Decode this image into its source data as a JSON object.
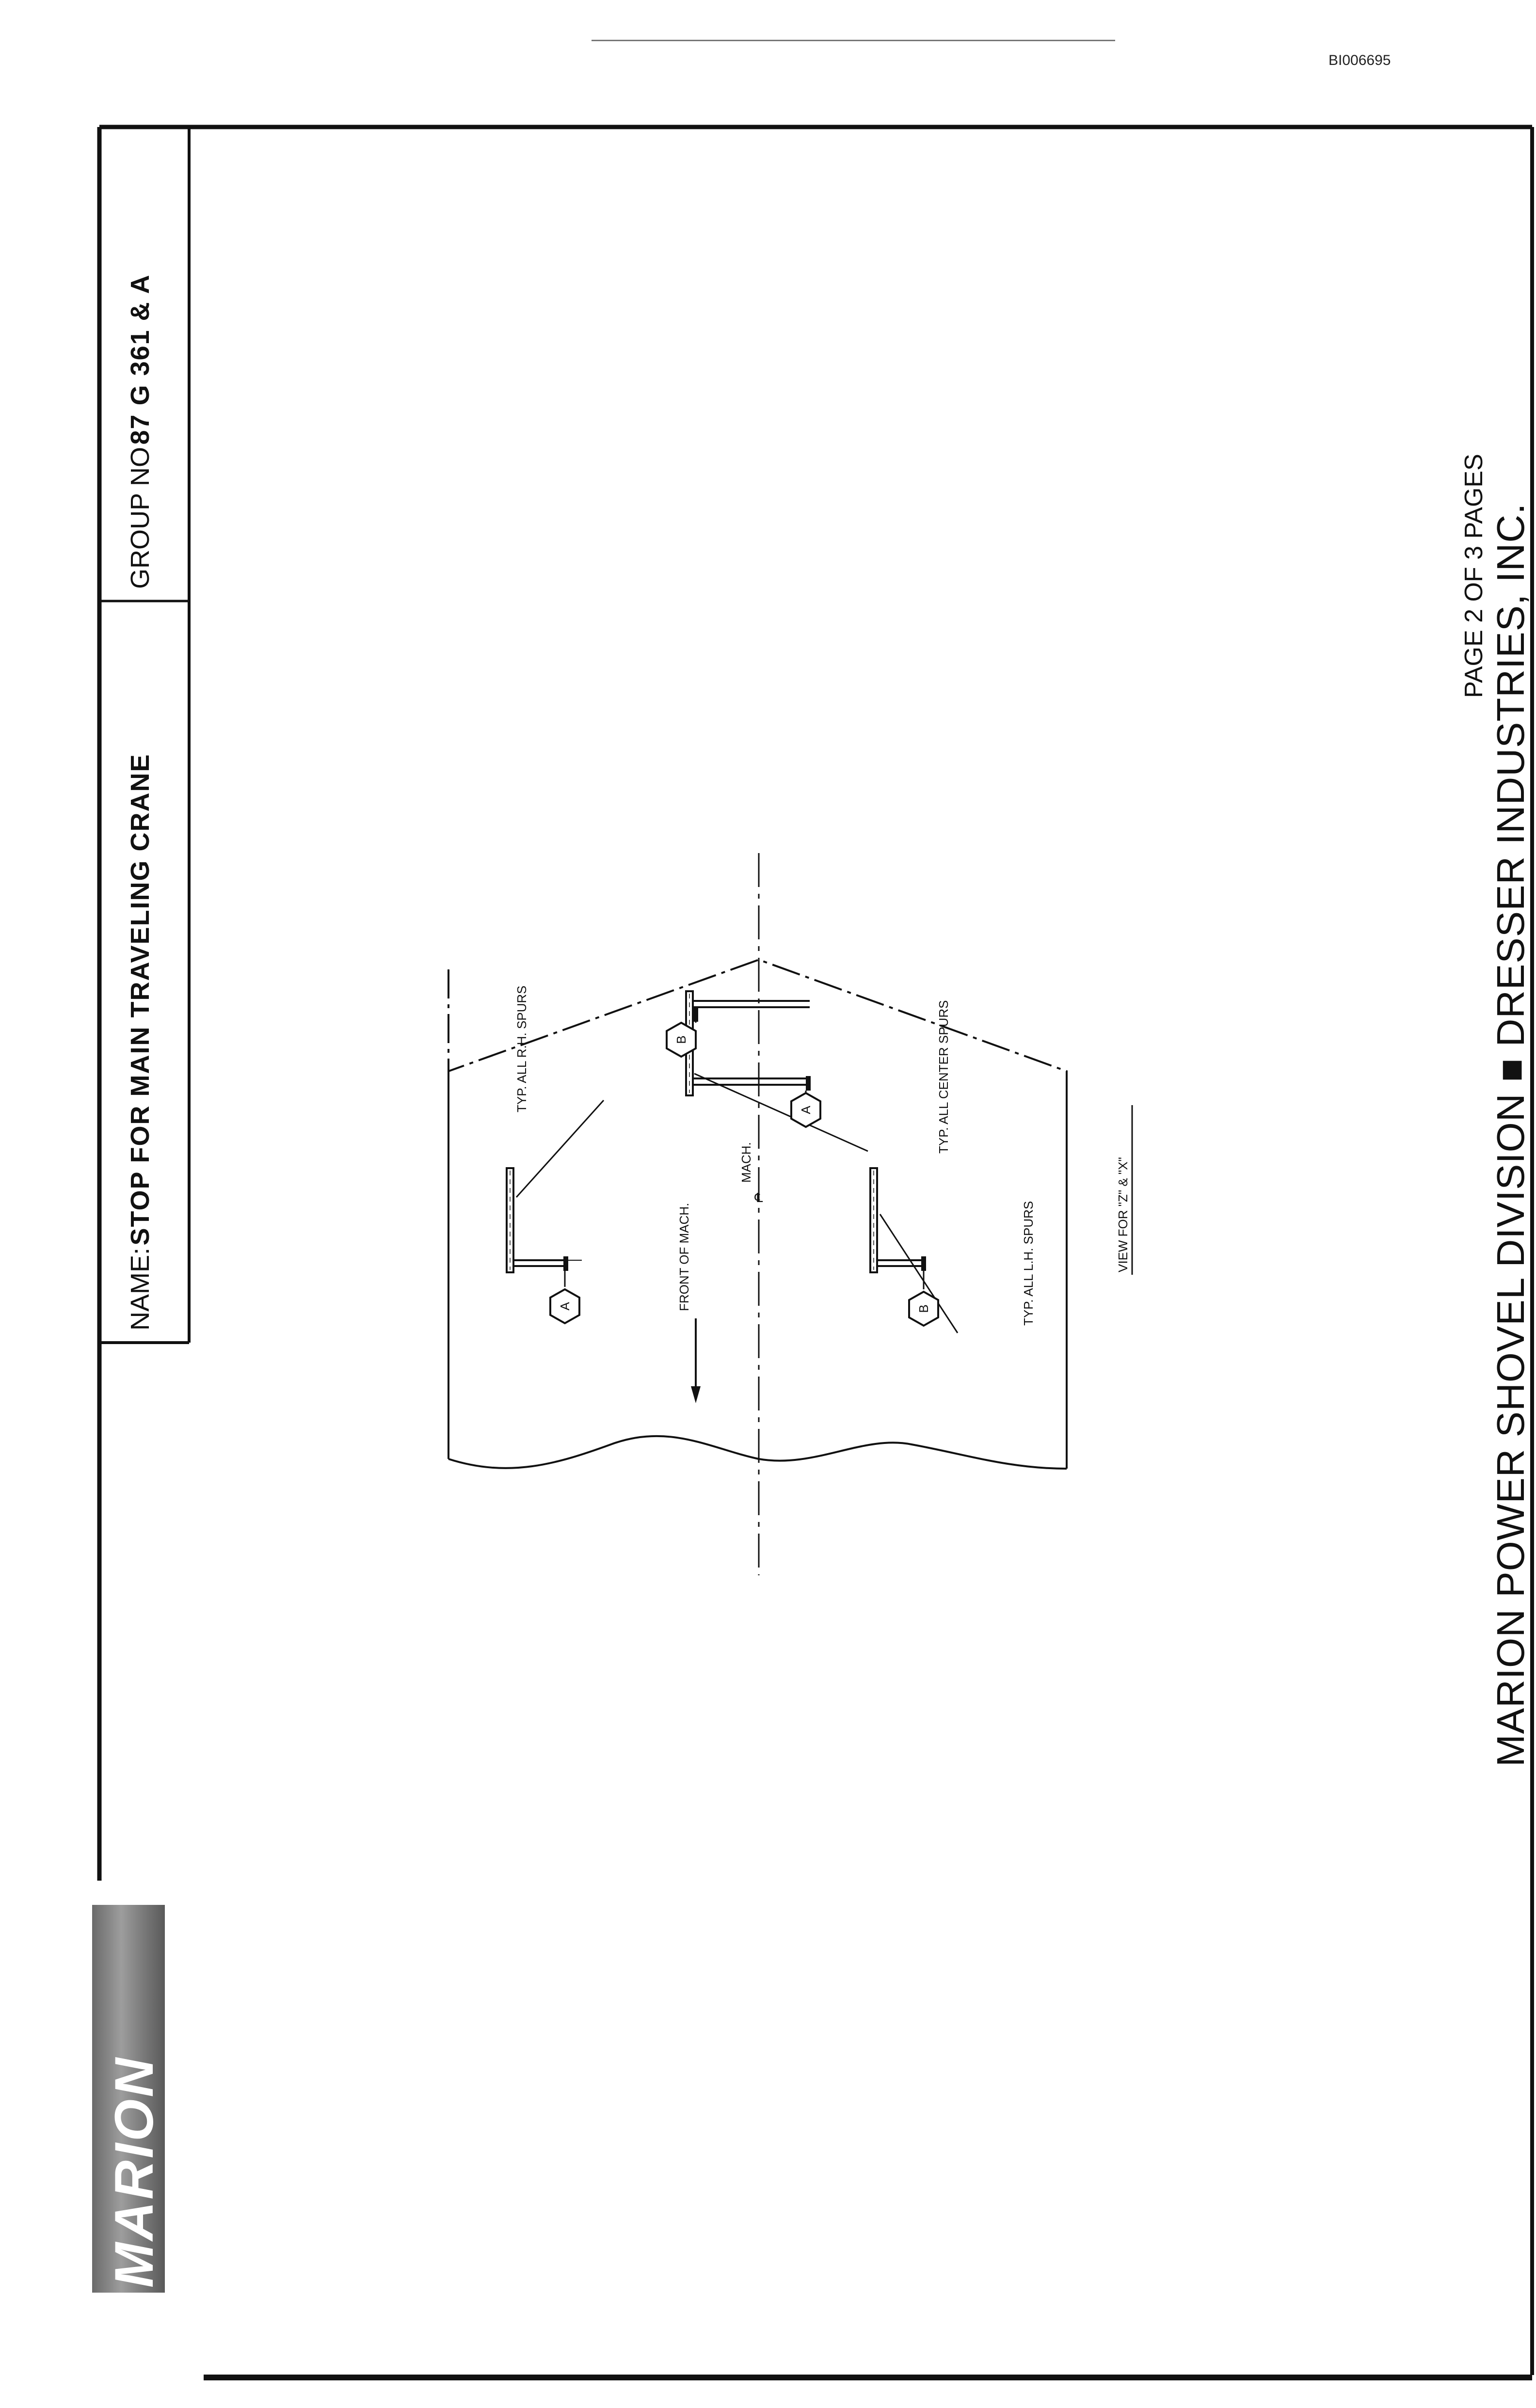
{
  "document_id": "BI006695",
  "title_block": {
    "name_label": "NAME:",
    "name_value": "STOP FOR MAIN TRAVELING CRANE",
    "group_label": "GROUP NO",
    "group_value": "87 G 361 & A"
  },
  "footer": {
    "company": "MARION POWER SHOVEL DIVISION ■ DRESSER INDUSTRIES, INC.",
    "page": "PAGE 2 OF 3 PAGES"
  },
  "logo": {
    "text": "MARION"
  },
  "drawing": {
    "notes": {
      "rh_spurs": "TYP. ALL R.H. SPURS",
      "center_spurs": "TYP. ALL CENTER SPURS",
      "lh_spurs": "TYP. ALL L.H. SPURS",
      "front": "FRONT OF MACH.",
      "centerline": "MACH.",
      "view_caption": "VIEW FOR \"Z\" & \"X\""
    },
    "callouts": [
      "A",
      "B",
      "B",
      "A"
    ]
  }
}
